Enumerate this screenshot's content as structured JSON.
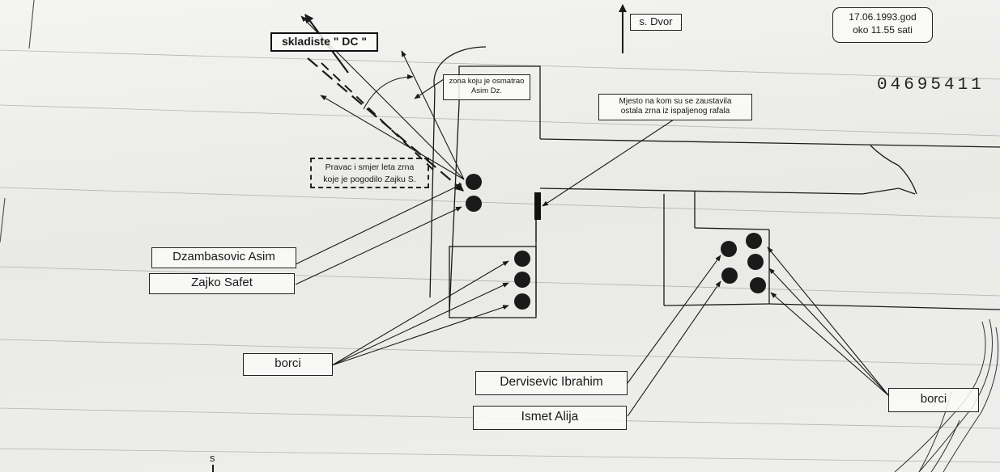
{
  "header": {
    "north_label": "s. Dvor",
    "date_line1": "17.06.1993.god",
    "date_line2": "oko 11.55 sati",
    "document_number": "04695411"
  },
  "labels": {
    "warehouse": "skladiste \" DC \"",
    "observation_zone_line1": "zona koju je osmatrao",
    "observation_zone_line2": "Asim Dz.",
    "bullet_stop_line1": "Mjesto na kom su se zaustavila",
    "bullet_stop_line2": "ostala zrna iz ispaljenog rafala",
    "bullet_path_line1": "Pravac i smjer leta zrna",
    "bullet_path_line2": "koje je pogodilo Zajku S.",
    "person_1": "Dzambasovic Asim",
    "person_2": "Zajko Safet",
    "fighters_left": "borci",
    "person_3": "Dervisevic Ibrahim",
    "person_4": "Ismet Alija",
    "fighters_right": "borci",
    "bottom_mark": "s"
  },
  "colors": {
    "ink": "#1a1a1a",
    "paper": "#ececea"
  }
}
